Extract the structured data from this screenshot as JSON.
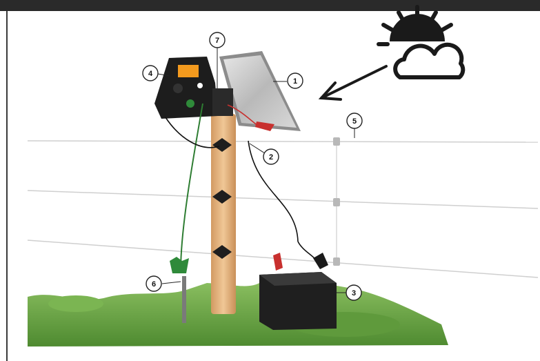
{
  "callouts": [
    {
      "id": "solar-panel",
      "number": "1"
    },
    {
      "id": "mounting-bracket",
      "number": "2"
    },
    {
      "id": "battery",
      "number": "3"
    },
    {
      "id": "energizer",
      "number": "4"
    },
    {
      "id": "fence-wire",
      "number": "5"
    },
    {
      "id": "ground-rod",
      "number": "6"
    },
    {
      "id": "panel-mount",
      "number": "7"
    }
  ],
  "colors": {
    "frame": "#2a2a2a",
    "grass": "#6fa84a",
    "post": "#e3b483",
    "red_clamp": "#c8302e",
    "green_clamp": "#2f8a3a",
    "energizer_orange": "#f39a1e",
    "sun": "#1a1a1a"
  },
  "icons": [
    "sun-cloud-icon",
    "arrow-icon"
  ]
}
